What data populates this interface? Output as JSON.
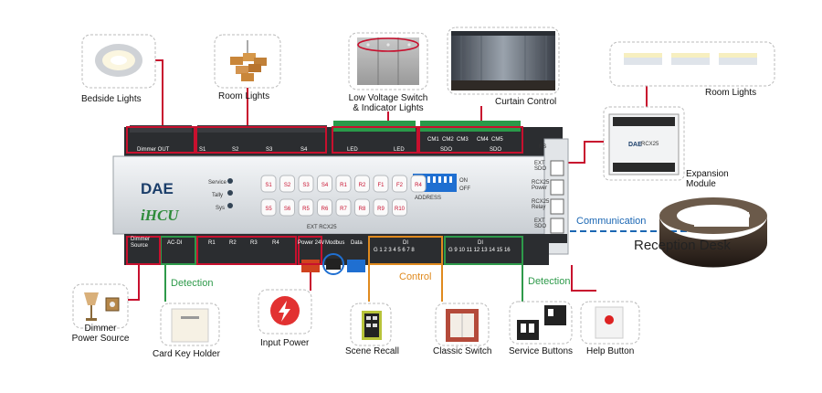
{
  "labels": {
    "bedside_lights": "Bedside Lights",
    "room_lights_top": "Room Lights",
    "low_voltage_switch": "Low Voltage Switch",
    "indicator_lights": "& Indicator Lights",
    "curtain_control": "Curtain Control",
    "room_lights_right": "Room Lights",
    "expansion_module_1": "Expansion",
    "expansion_module_2": "Module",
    "communication": "Communication",
    "reception_desk": "Reception Desk",
    "detection_left": "Detection",
    "control": "Control",
    "detection_right": "Detection",
    "dimmer_power_source_1": "Dimmer",
    "dimmer_power_source_2": "Power Source",
    "card_key_holder": "Card Key Holder",
    "input_power": "Input Power",
    "scene_recall": "Scene Recall",
    "classic_switch": "Classic Switch",
    "service_buttons": "Service Buttons",
    "help_button": "Help Button"
  },
  "device": {
    "brand": "DAE",
    "model": "iHCU",
    "expansion_model": "RCX25",
    "top_terminals": {
      "dimmer_out": "Dimmer OUT",
      "s1": "S1",
      "s2": "S2",
      "s3": "S3",
      "s4": "S4",
      "led_a": "LED",
      "led_b": "LED",
      "sdo_a": "SDO",
      "sdo_b": "SDO",
      "cm": [
        "CM1",
        "CM2",
        "CM3",
        "CM4",
        "CM5"
      ]
    },
    "bottom_terminals": {
      "dimmer_source": "Dimmer Source",
      "ac_di": "AC-DI",
      "r": [
        "R1",
        "R2",
        "R3",
        "R4"
      ],
      "power": "Power 24V",
      "modbus": "Modbus",
      "data": "Data",
      "di_a": "DI",
      "di_b": "DI",
      "di_nums_a": "G 1 2 3 4 5 6 7 8",
      "di_nums_b": "G 9 10 11 12 13 14 15 16"
    },
    "buttons_row1": [
      "S1",
      "S2",
      "S3",
      "S4",
      "R1",
      "R2",
      "F1",
      "F2",
      "R4"
    ],
    "buttons_row2": [
      "S5",
      "S6",
      "R5",
      "R6",
      "R7",
      "R8",
      "R9",
      "R10"
    ],
    "side_indicators": [
      "Service",
      "Tally",
      "Sys"
    ],
    "ext_label": "EXT RCX25",
    "dip_label": "ADDRESS",
    "dip_on": "ON",
    "dip_off": "OFF",
    "right_ports": [
      "EXT SDO",
      "RCX25 Power",
      "RCX25 Relay",
      "EXT SDO"
    ],
    "rs_label": "RS"
  },
  "colors": {
    "red_line": "#c8102e",
    "green_line": "#2e9a4a",
    "orange_line": "#e08a1e",
    "blue_line": "#1a66b3"
  }
}
